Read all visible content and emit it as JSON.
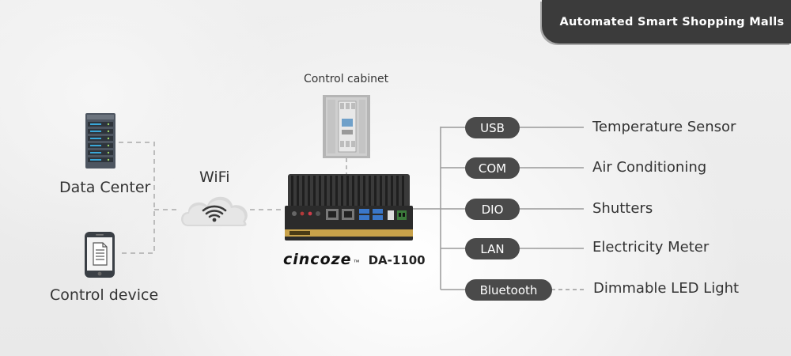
{
  "banner": {
    "title": "Automated Smart Shopping Malls"
  },
  "left": {
    "data_center": "Data Center",
    "control_device": "Control device",
    "wifi": "WiFi"
  },
  "center": {
    "control_cabinet": "Control cabinet",
    "brand": "cincoze",
    "trademark": "™",
    "model": "DA-1100"
  },
  "interfaces": [
    {
      "port": "USB",
      "device": "Temperature Sensor",
      "link": "solid"
    },
    {
      "port": "COM",
      "device": "Air Conditioning",
      "link": "solid"
    },
    {
      "port": "DIO",
      "device": "Shutters",
      "link": "solid"
    },
    {
      "port": "LAN",
      "device": "Electricity Meter",
      "link": "solid"
    },
    {
      "port": "Bluetooth",
      "device": "Dimmable LED Light",
      "link": "dashed"
    }
  ],
  "colors": {
    "banner": "#3b3b3b",
    "pill": "#4a4a4a",
    "server_led": "#3aa7d8",
    "computer_gold": "#c8a24a",
    "lan_port_led": "#7bc043",
    "usb_port": "#3a77c9"
  }
}
